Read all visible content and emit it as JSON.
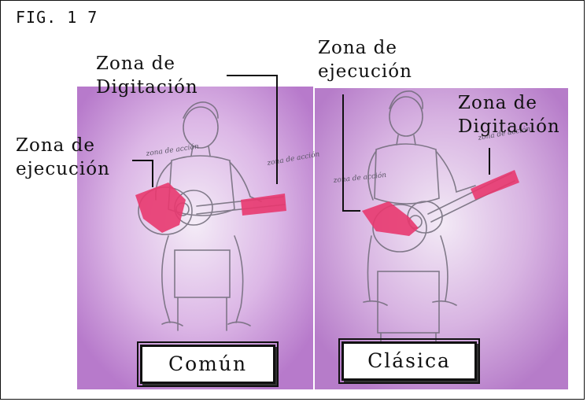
{
  "figure": {
    "label": "FIG. 1 7",
    "left_panel": {
      "caption": "Común",
      "callout_fingering": [
        "Zona de",
        "Digitación"
      ],
      "callout_execution": [
        "Zona de",
        "ejecución"
      ]
    },
    "right_panel": {
      "caption": "Clásica",
      "callout_execution": [
        "Zona de",
        "ejecución"
      ],
      "callout_fingering": [
        "Zona de",
        "Digitación"
      ]
    },
    "handwritten_notes": [
      "zona de acción",
      "zona de acción",
      "zona de acción",
      "zona de acción"
    ],
    "colors": {
      "highlight": "#e8386f",
      "background_wash": "#c58fd6",
      "sketch": "#6f6a78",
      "ink": "#111111"
    }
  }
}
